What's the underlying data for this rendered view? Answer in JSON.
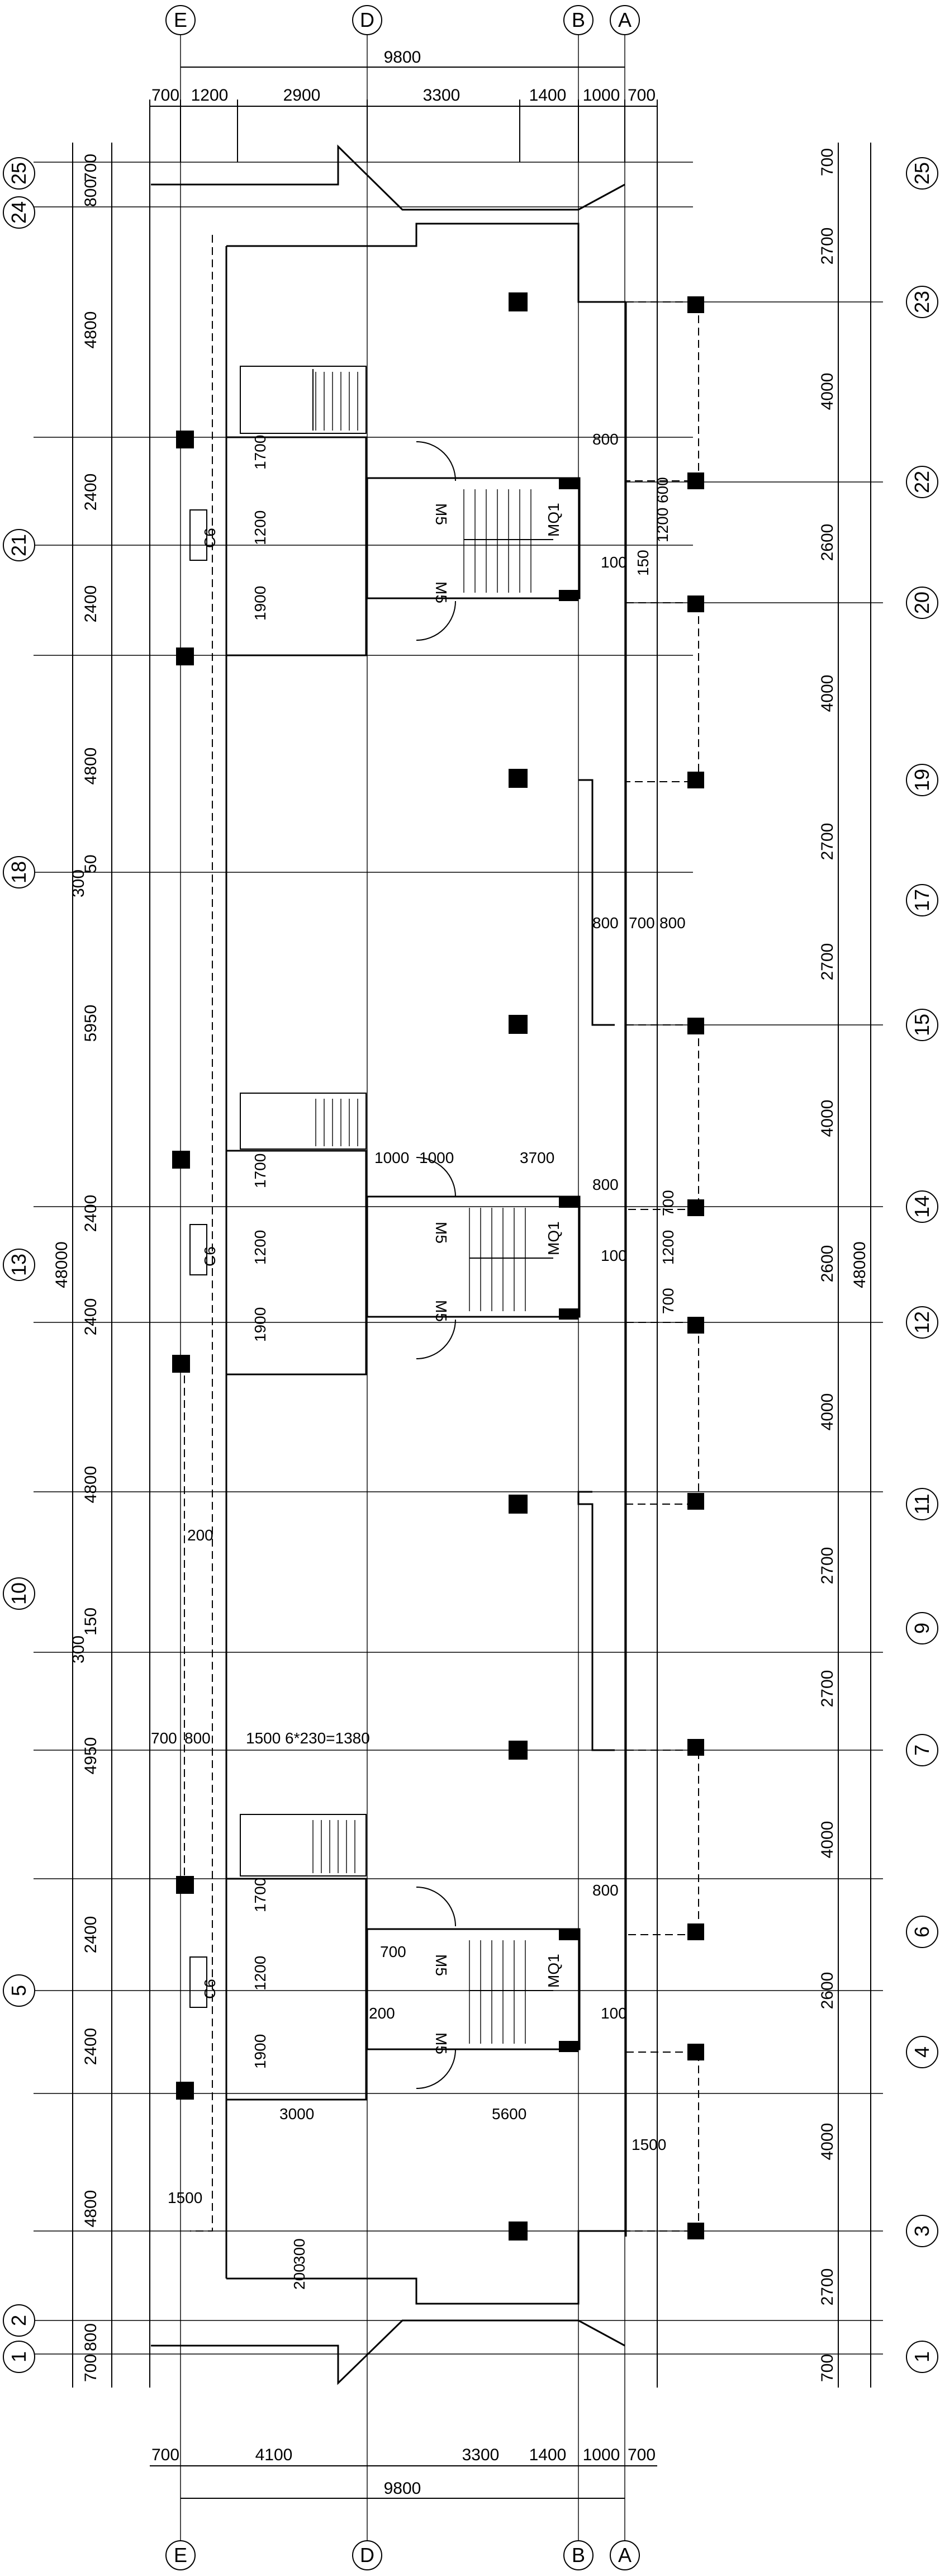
{
  "top_axes": [
    "E",
    "D",
    "B",
    "A"
  ],
  "bottom_axes": [
    "E",
    "D",
    "B",
    "A"
  ],
  "top_total": "9800",
  "bottom_total": "9800",
  "top_dims": [
    "700",
    "1200",
    "2900",
    "3300",
    "1400",
    "1000",
    "700"
  ],
  "bottom_dims": [
    "700",
    "4100",
    "3300",
    "1400",
    "1000",
    "700"
  ],
  "left_axes": [
    "25",
    "24",
    "21",
    "18",
    "13",
    "10",
    "5",
    "2",
    "1"
  ],
  "right_axes": [
    "25",
    "23",
    "22",
    "20",
    "19",
    "17",
    "15",
    "14",
    "12",
    "11",
    "9",
    "7",
    "6",
    "4",
    "3",
    "1"
  ],
  "left_dims": [
    "700",
    "800",
    "4800",
    "2400",
    "2400",
    "4800",
    "300",
    "50",
    "5950",
    "2400",
    "2400",
    "4800",
    "300",
    "150",
    "4950",
    "2400",
    "2400",
    "4800",
    "800",
    "700"
  ],
  "right_dims": [
    "700",
    "2700",
    "4000",
    "2600",
    "4000",
    "2700",
    "2700",
    "4000",
    "2600",
    "4000",
    "2700",
    "2700",
    "4000",
    "2600",
    "4000",
    "2700",
    "700"
  ],
  "left_total": "48000",
  "right_total": "48000",
  "notes": {
    "m5": "M5",
    "mq1": "MQ1",
    "c6": "C6",
    "stair_calc": "6*230=1380",
    "d800": "800",
    "d700": "700",
    "d1500": "1500",
    "d1500b": "1500",
    "d3000": "3000",
    "d5600": "5600",
    "d1000a": "1000",
    "d1000b": "1000",
    "d3700": "3700",
    "d1200": "1200",
    "d1700": "1700",
    "d1900": "1900",
    "d200": "200",
    "d300": "300",
    "d100": "100",
    "d150": "150",
    "d600": "600",
    "d700800": "700",
    "d800b": "800",
    "d800c": "800",
    "d700c": "700",
    "d800d": "800"
  }
}
